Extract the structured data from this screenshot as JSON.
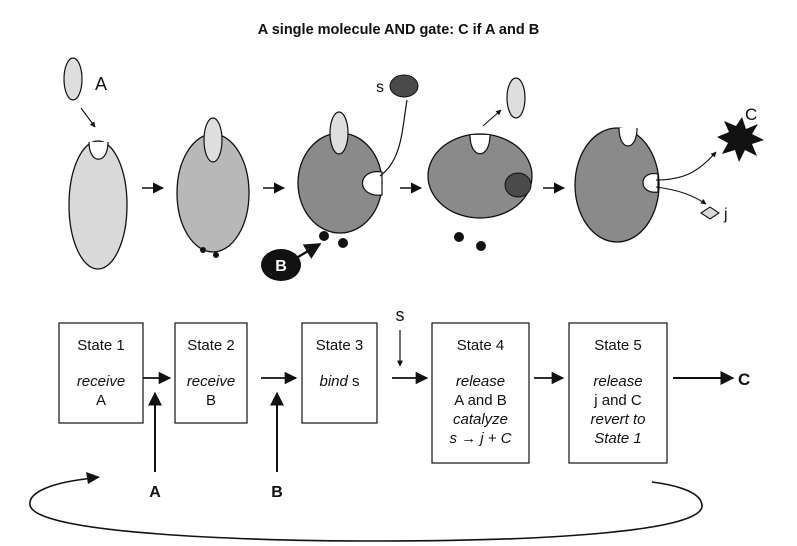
{
  "title": "A single molecule AND gate: C if A and B",
  "molecules": {
    "A": "A",
    "s": "s",
    "B": "B",
    "C": "C",
    "j": "j"
  },
  "states": [
    {
      "name": "State 1",
      "lines": [
        {
          "text": "receive",
          "italic": true
        },
        {
          "text": "A",
          "italic": false
        }
      ]
    },
    {
      "name": "State 2",
      "lines": [
        {
          "text": "receive",
          "italic": true
        },
        {
          "text": "B",
          "italic": false
        }
      ]
    },
    {
      "name": "State 3",
      "lines": [
        {
          "text": "bind",
          "italic": true,
          "suffix": " s"
        }
      ]
    },
    {
      "name": "State 4",
      "lines": [
        {
          "text": "release",
          "italic": true
        },
        {
          "text": "A and B",
          "italic": false
        },
        {
          "text": "catalyze",
          "italic": true
        },
        {
          "text": "s → j + C",
          "italic": true
        }
      ]
    },
    {
      "name": "State 5",
      "lines": [
        {
          "text": "release",
          "italic": true
        },
        {
          "text": "j and C",
          "italic": false
        },
        {
          "text": "revert to",
          "italic": true
        },
        {
          "text": "State 1",
          "italic": true
        }
      ]
    }
  ],
  "flow_inputs": {
    "A": "A",
    "B": "B",
    "s": "s",
    "output": "C"
  },
  "colors": {
    "stage1": "#d9d9d9",
    "stage2": "#b8b8b8",
    "stage345": "#8a8a8a",
    "light_token": "#dedede",
    "dark_token": "#4a4a4a",
    "ink": "#111111"
  }
}
